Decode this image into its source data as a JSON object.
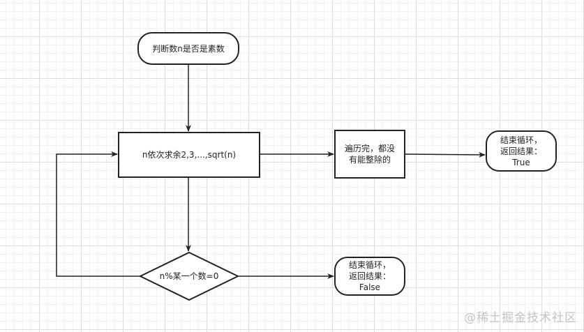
{
  "diagram": {
    "start": "判断数n是否是素数",
    "loop": "n依次求余2,3,...,sqrt(n)",
    "all_done": "遍历完，都没\n有能整除的",
    "end_true": "结束循环，\n返回结果：\nTrue",
    "decision": "n%某一个数=0",
    "end_false": "结束循环，\n返回结果：\nFalse"
  },
  "watermark": "@稀土掘金技术社区",
  "colors": {
    "stroke": "#222222",
    "fill": "#ffffff"
  }
}
